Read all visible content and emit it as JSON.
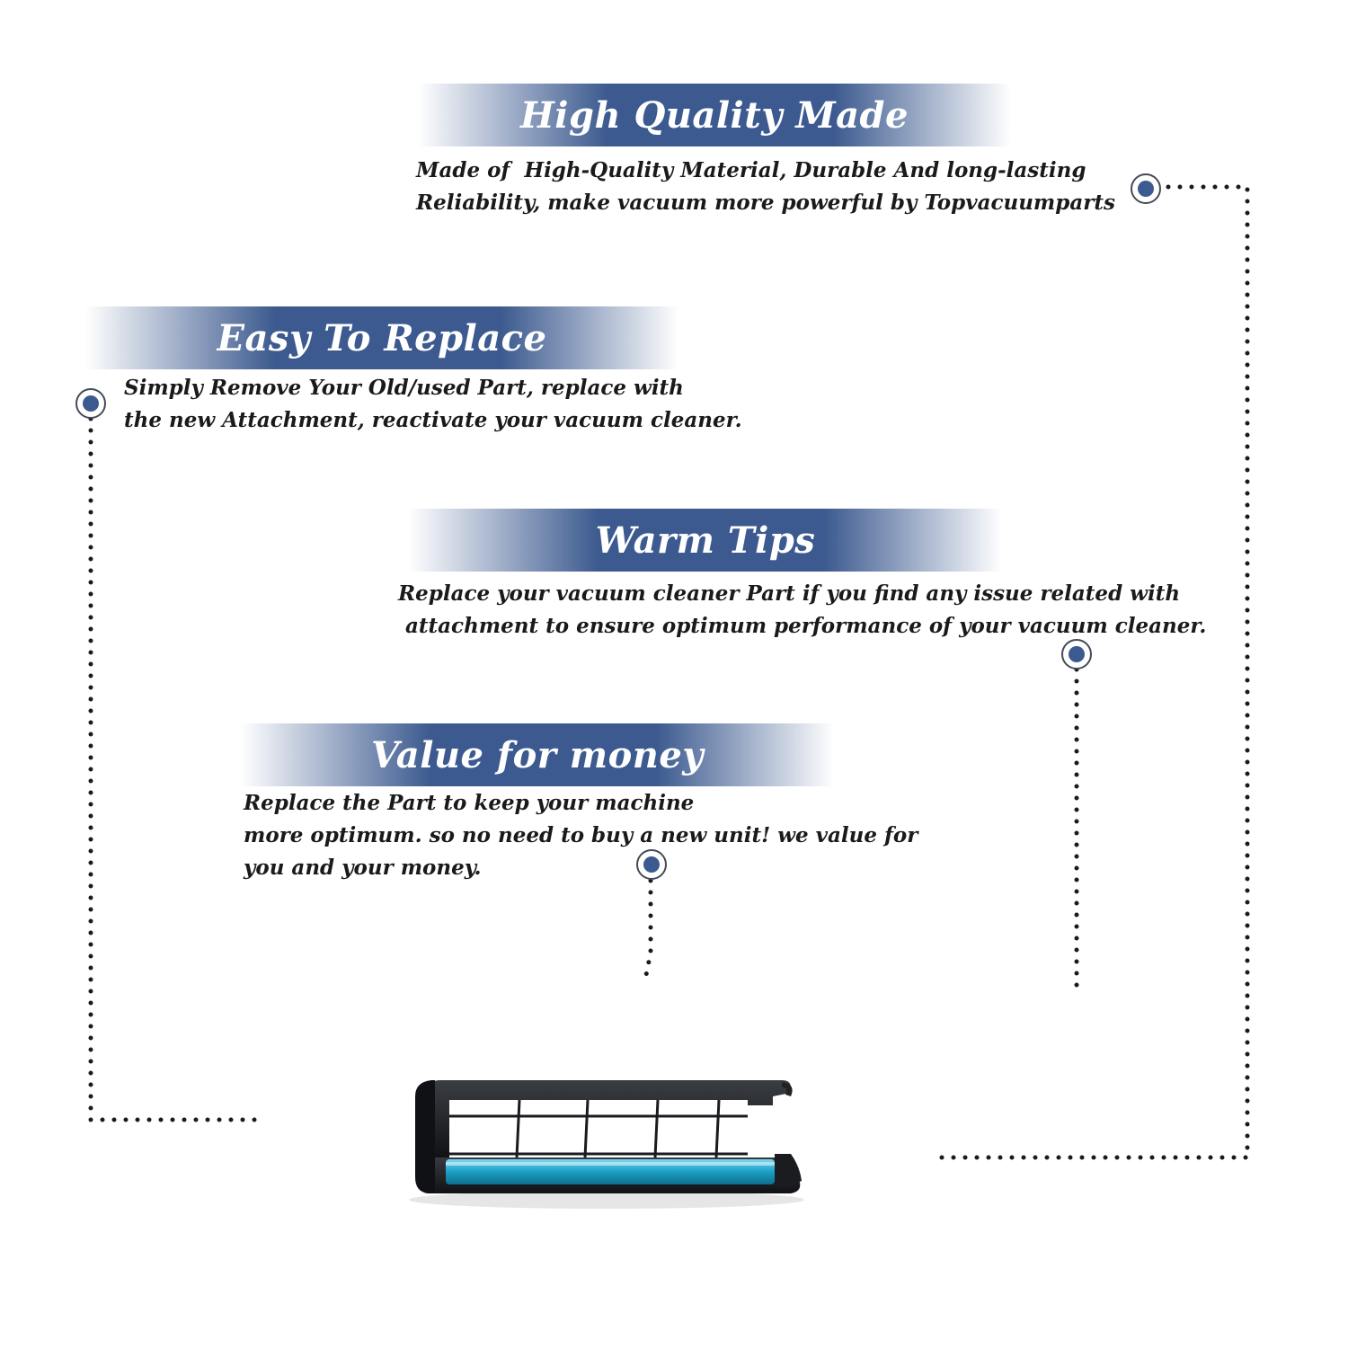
{
  "colors": {
    "banner_blue": "#3c5a8f",
    "marker_fill": "#3c5a8f",
    "text": "#1a1a1a",
    "roller_cyan": "#1fa3c8"
  },
  "icons": [
    "target-marker-icon",
    "dotted-connector",
    "vacuum-brush-roll-frame"
  ],
  "sections": [
    {
      "title": "High Quality Made",
      "lines": [
        "Made of  High-Quality Material, Durable And long-lasting",
        "Reliability, make vacuum more powerful by Topvacuumparts"
      ]
    },
    {
      "title": "Easy To Replace",
      "lines": [
        "Simply Remove Your Old/used Part, replace with",
        "the new Attachment, reactivate your vacuum cleaner."
      ]
    },
    {
      "title": "Warm Tips",
      "lines": [
        "Replace your vacuum cleaner Part if you find any issue related with",
        " attachment to ensure optimum performance of your vacuum cleaner."
      ]
    },
    {
      "title": "Value for money",
      "lines": [
        "Replace the Part to keep your machine",
        "more optimum. so no need to buy a new unit! we value for",
        "you and your money."
      ]
    }
  ]
}
